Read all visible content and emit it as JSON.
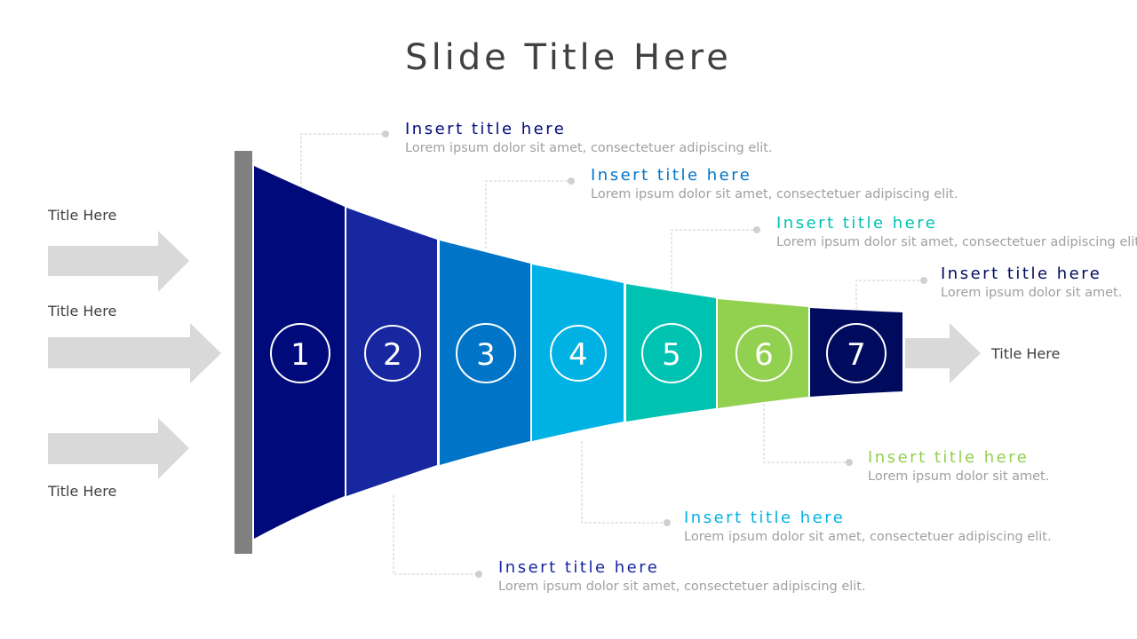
{
  "slide": {
    "title": "Slide Title Here"
  },
  "inputs": [
    {
      "label": "Title Here"
    },
    {
      "label": "Title Here"
    },
    {
      "label": "Title Here"
    }
  ],
  "output": {
    "label": "Title Here"
  },
  "steps": [
    {
      "number": "1",
      "color": "#000a7a"
    },
    {
      "number": "2",
      "color": "#1627a0"
    },
    {
      "number": "3",
      "color": "#0074c7"
    },
    {
      "number": "4",
      "color": "#00b2e3"
    },
    {
      "number": "5",
      "color": "#00c2b1"
    },
    {
      "number": "6",
      "color": "#92d050"
    },
    {
      "number": "7",
      "color": "#000b5e"
    }
  ],
  "callouts": [
    {
      "step": 1,
      "title": "Insert title here",
      "desc": "Lorem ipsum dolor sit amet, consectetuer adipiscing elit.",
      "color": "#000a7a"
    },
    {
      "step": 3,
      "title": "Insert title here",
      "desc": "Lorem ipsum dolor sit amet, consectetuer adipiscing elit.",
      "color": "#0074c7"
    },
    {
      "step": 5,
      "title": "Insert title here",
      "desc": "Lorem ipsum dolor sit amet, consectetuer adipiscing elit.",
      "color": "#00c2b1"
    },
    {
      "step": 7,
      "title": "Insert title here",
      "desc": "Lorem ipsum dolor sit amet.",
      "color": "#000b5e"
    },
    {
      "step": 6,
      "title": "Insert title here",
      "desc": "Lorem ipsum dolor sit amet.",
      "color": "#92d050"
    },
    {
      "step": 4,
      "title": "Insert title here",
      "desc": "Lorem ipsum dolor sit amet, consectetuer adipiscing elit.",
      "color": "#00b2e3"
    },
    {
      "step": 2,
      "title": "Insert title here",
      "desc": "Lorem ipsum dolor sit amet, consectetuer adipiscing elit.",
      "color": "#1627a0"
    }
  ],
  "colors": {
    "bar": "#808080",
    "arrow": "#d9d9d9",
    "connector": "#cccccc",
    "title_text": "#404040",
    "desc_text": "#a0a0a0"
  }
}
